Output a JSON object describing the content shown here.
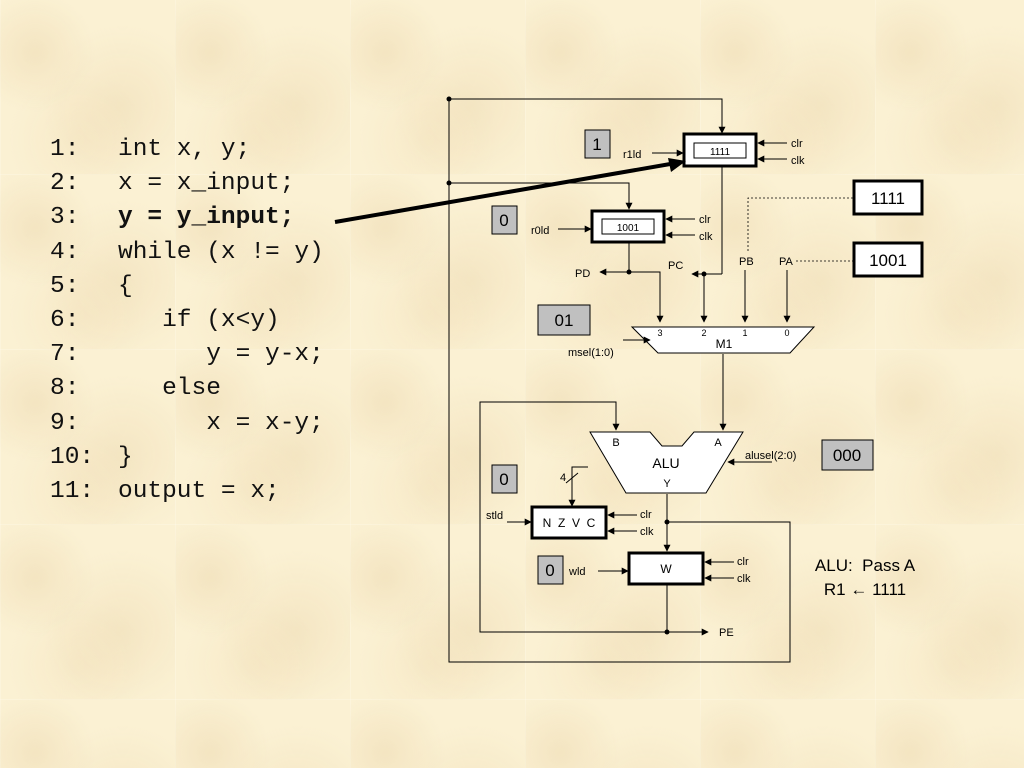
{
  "code": {
    "lines": [
      {
        "num": "1:",
        "text": "int x, y;"
      },
      {
        "num": "2:",
        "text": "x = x_input;"
      },
      {
        "num": "3:",
        "text": "y = y_input;"
      },
      {
        "num": "4:",
        "text": "while (x != y)"
      },
      {
        "num": "5:",
        "text": "{"
      },
      {
        "num": "6:",
        "text": "   if (x<y)"
      },
      {
        "num": "7:",
        "text": "      y = y-x;"
      },
      {
        "num": "8:",
        "text": "   else"
      },
      {
        "num": "9:",
        "text": "      x = x-y;"
      },
      {
        "num": "10:",
        "text": "}"
      },
      {
        "num": "11:",
        "text": "output = x;"
      }
    ],
    "highlighted_line": 3
  },
  "registers": {
    "r1": {
      "value": "1111",
      "load_label": "r1ld",
      "clr": "clr",
      "clk": "clk"
    },
    "r0": {
      "value": "1001",
      "load_label": "r0ld",
      "clr": "clr",
      "clk": "clk"
    },
    "w": {
      "label": "W",
      "load_label": "wld",
      "clr": "clr",
      "clk": "clk"
    },
    "status": {
      "label": "N  Z  V  C",
      "load_label": "stld",
      "clr": "clr",
      "clk": "clk",
      "bus_width": "4"
    }
  },
  "mux": {
    "label": "M1",
    "inputs": [
      "3",
      "2",
      "1",
      "0"
    ],
    "select_label": "msel(1:0)",
    "ports": {
      "pd": "PD",
      "pc": "PC",
      "pb": "PB",
      "pa": "PA"
    }
  },
  "alu": {
    "label": "ALU",
    "in_b": "B",
    "in_a": "A",
    "out": "Y",
    "select_label": "alusel(2:0)"
  },
  "output_port": "PE",
  "control_values": {
    "r1ld": "1",
    "r0ld": "0",
    "msel": "01",
    "alusel": "000",
    "stld": "0",
    "wld": "0"
  },
  "port_inputs": {
    "pb": "1111",
    "pa": "1001"
  },
  "note": {
    "line1": "ALU:  Pass A",
    "line2": "R1 ← 1111"
  }
}
